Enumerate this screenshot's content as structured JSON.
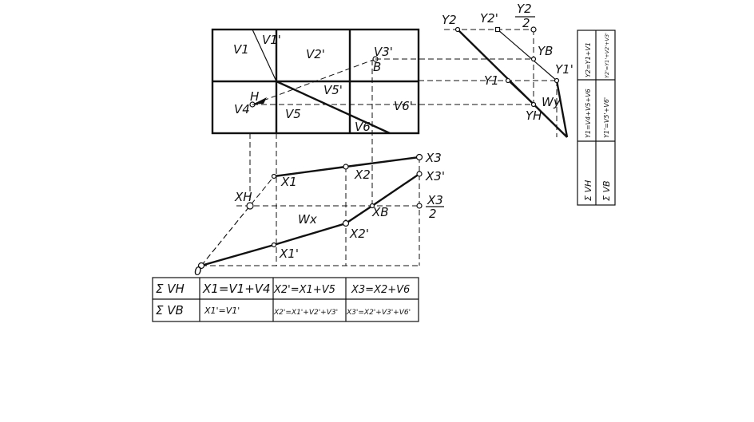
{
  "diagram": {
    "region_labels": {
      "v1": "V1",
      "v1p": "V1'",
      "v2p": "V2'",
      "v3p": "V3'",
      "v4": "V4",
      "v5": "V5",
      "v5p": "V5'",
      "v6": "V6",
      "v6p": "V6'"
    },
    "point_labels": {
      "h": "H",
      "b": "B",
      "y2": "Y2",
      "y2p": "Y2'",
      "y2half_num": "Y2",
      "y2half_den": "2",
      "yb": "YB",
      "y1": "Y1",
      "y1p": "Y1'",
      "wy": "Wy",
      "yh": "YH",
      "x1": "X1",
      "x2": "X2",
      "x3": "X3",
      "x3p": "X3'",
      "xh": "XH",
      "xb": "XB",
      "x3half_num": "X3",
      "x3half_den": "2",
      "wx": "Wx",
      "x2p": "X2'",
      "x1p": "X1'",
      "origin": "0"
    },
    "right_table": {
      "row1_a": "Y2=Y1+V1",
      "row1_b": "Y2'=Y1'+V2'+V3'",
      "row2_a": "Y1=V4+V5+V6",
      "row2_b": "Y1'=V5'+V6'",
      "row3_a": "Σ VH",
      "row3_b": "Σ VB"
    },
    "bottom_table": {
      "rows": [
        {
          "head": "Σ VH",
          "c1": "X1=V1+V4",
          "c2": "X2'=X1+V5",
          "c3": "X3=X2+V6"
        },
        {
          "head": "Σ VB",
          "c1": "X1'=V1'",
          "c2": "X2'=X1'+V2'+V3'",
          "c3": "X3'=X2'+V3'+V6'"
        }
      ]
    }
  }
}
